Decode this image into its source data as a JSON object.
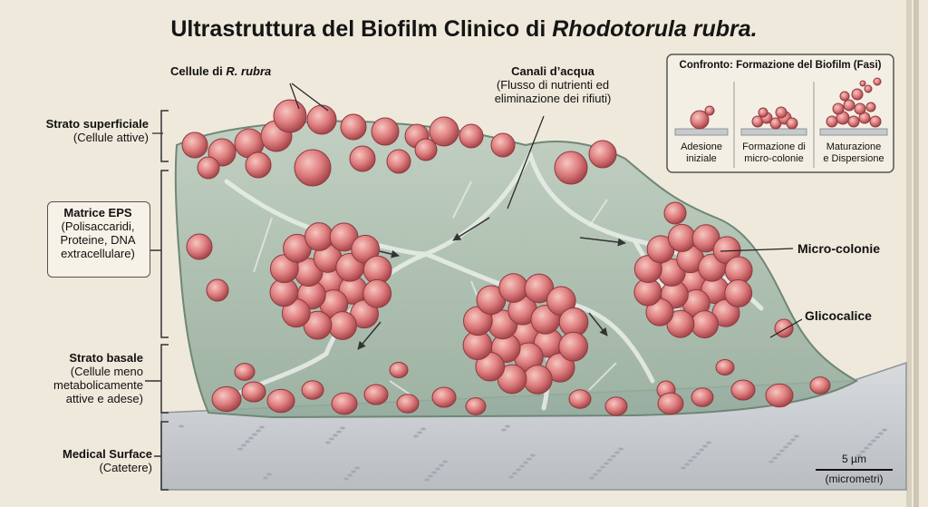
{
  "title": {
    "main": "Ultrastruttura del Biofilm Clinico di ",
    "italic": "Rhodotorula rubra."
  },
  "labels": {
    "cells_title_prefix": "Cellule di ",
    "cells_title_italic": "R. rubra",
    "water_title": "Canali d’acqua",
    "water_sub_1": "(Flusso di nutrienti ed",
    "water_sub_2": "eliminazione dei rifiuti)",
    "microcolonies": "Micro-colonie",
    "glycocalyx": "Glicocalice"
  },
  "layers": {
    "surface_title": "Strato superficiale",
    "surface_sub": "(Cellule attive)",
    "eps_title": "Matrice EPS",
    "eps_sub_1": "(Polisaccaridi,",
    "eps_sub_2": "Proteine, DNA",
    "eps_sub_3": "extracellulare)",
    "basal_title": "Strato basale",
    "basal_sub_1": "(Cellule meno",
    "basal_sub_2": "metabolicamente",
    "basal_sub_3": "attive e adese)",
    "medical_title": "Medical Surface",
    "medical_sub": "(Catetere)"
  },
  "inset": {
    "title": "Confronto: Formazione del Biofilm (Fasi)",
    "stage1_1": "Adesione",
    "stage1_2": "iniziale",
    "stage2_1": "Formazione di",
    "stage2_2": "micro-colonie",
    "stage3_1": "Maturazione",
    "stage3_2": "e Dispersione"
  },
  "scale": {
    "value": "5 µm",
    "unit": "(micrometri)"
  },
  "colors": {
    "paper": "#efe9dc",
    "cell": "#d9777a",
    "cell_dark": "#b84a4f",
    "eps": "#9fb5a4",
    "surface": "#c9ccd0"
  }
}
